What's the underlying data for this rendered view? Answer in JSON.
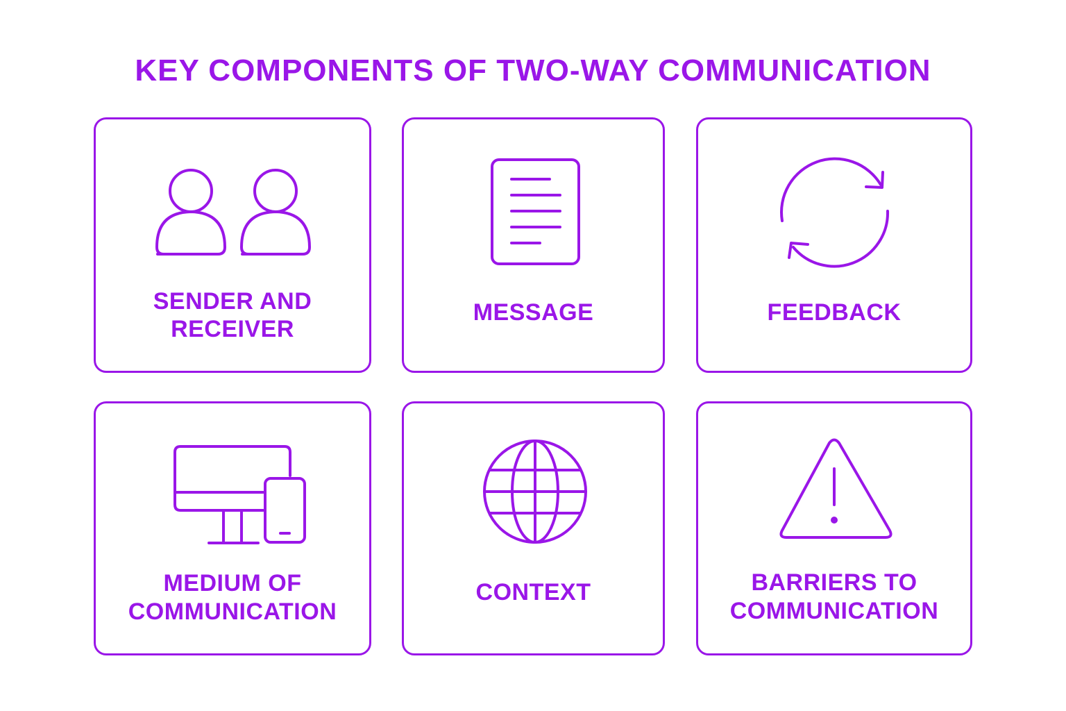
{
  "title": "KEY COMPONENTS OF TWO-WAY COMMUNICATION",
  "colors": {
    "accent": "#9a16e8",
    "background": "#ffffff"
  },
  "cards": [
    {
      "icon": "sender-receiver-icon",
      "label_line1": "SENDER AND",
      "label_line2": "RECEIVER"
    },
    {
      "icon": "document-icon",
      "label_line1": "MESSAGE",
      "label_line2": ""
    },
    {
      "icon": "refresh-cycle-icon",
      "label_line1": "FEEDBACK",
      "label_line2": ""
    },
    {
      "icon": "desktop-phone-icon",
      "label_line1": "MEDIUM OF",
      "label_line2": "COMMUNICATION"
    },
    {
      "icon": "globe-icon",
      "label_line1": "CONTEXT",
      "label_line2": ""
    },
    {
      "icon": "warning-triangle-icon",
      "label_line1": "BARRIERS TO",
      "label_line2": "COMMUNICATION"
    }
  ]
}
